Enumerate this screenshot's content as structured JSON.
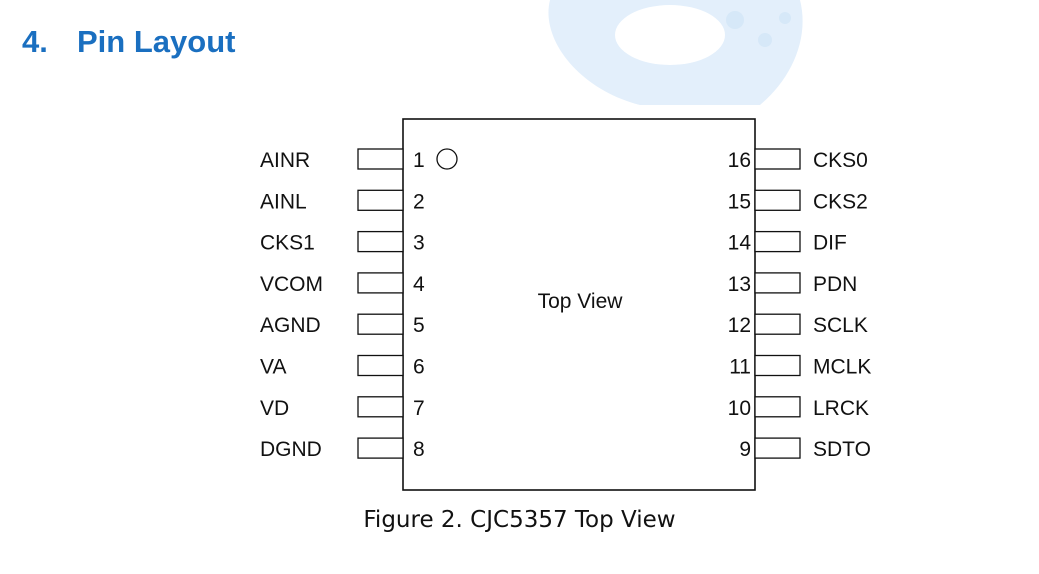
{
  "section": {
    "number": "4.",
    "title": "Pin Layout"
  },
  "diagram": {
    "center_label": "Top View",
    "pins_left": [
      {
        "num": "1",
        "name": "AINR"
      },
      {
        "num": "2",
        "name": "AINL"
      },
      {
        "num": "3",
        "name": "CKS1"
      },
      {
        "num": "4",
        "name": "VCOM"
      },
      {
        "num": "5",
        "name": "AGND"
      },
      {
        "num": "6",
        "name": "VA"
      },
      {
        "num": "7",
        "name": "VD"
      },
      {
        "num": "8",
        "name": "DGND"
      }
    ],
    "pins_right": [
      {
        "num": "16",
        "name": "CKS0"
      },
      {
        "num": "15",
        "name": "CKS2"
      },
      {
        "num": "14",
        "name": "DIF"
      },
      {
        "num": "13",
        "name": "PDN"
      },
      {
        "num": "12",
        "name": "SCLK"
      },
      {
        "num": "11",
        "name": "MCLK"
      },
      {
        "num": "10",
        "name": "LRCK"
      },
      {
        "num": "9",
        "name": "SDTO"
      }
    ]
  },
  "caption": "Figure 2. CJC5357 Top View",
  "colors": {
    "title": "#1a6fc0",
    "watermark": "#e3effb"
  }
}
